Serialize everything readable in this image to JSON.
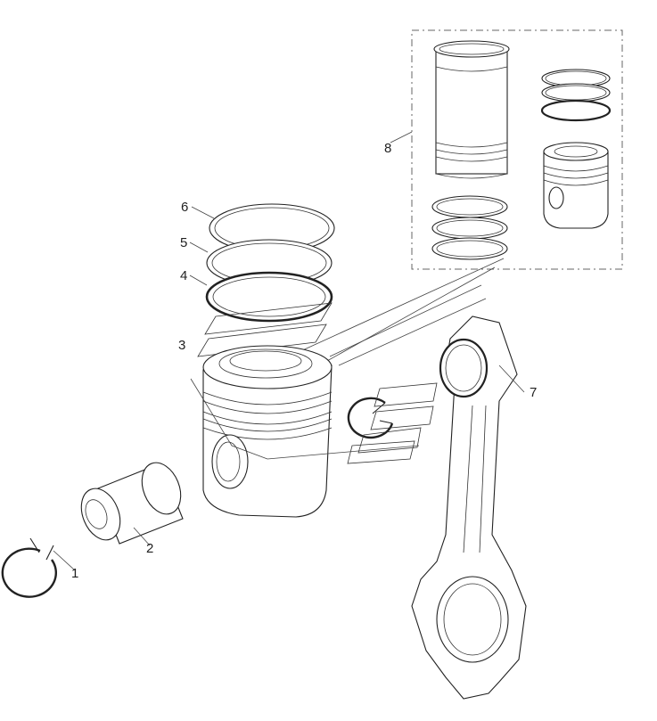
{
  "callouts": [
    {
      "id": "1",
      "label": "1"
    },
    {
      "id": "2",
      "label": "2"
    },
    {
      "id": "3",
      "label": "3"
    },
    {
      "id": "4",
      "label": "4"
    },
    {
      "id": "5",
      "label": "5"
    },
    {
      "id": "6",
      "label": "6"
    },
    {
      "id": "7",
      "label": "7"
    },
    {
      "id": "8",
      "label": "8"
    }
  ],
  "colors": {
    "line": "#222222",
    "background": "#ffffff",
    "kit_box": "#666666"
  }
}
